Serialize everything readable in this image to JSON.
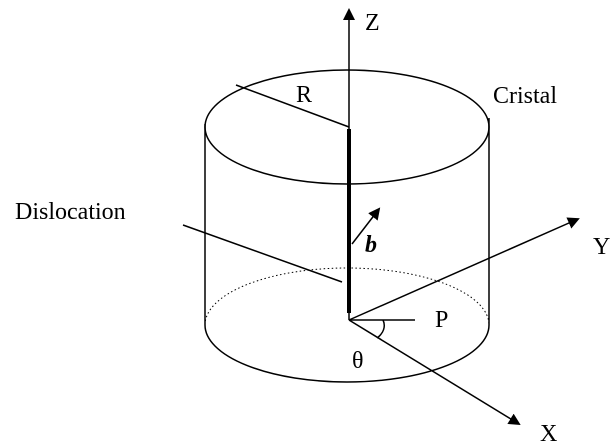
{
  "labels": {
    "z_axis": "Z",
    "y_axis": "Y",
    "x_axis": "X",
    "radius": "R",
    "crystal": "Cristal",
    "dislocation": "Dislocation",
    "burgers_vector": "b",
    "point": "P",
    "angle": "θ"
  },
  "colors": {
    "line": "#000000",
    "background": "#ffffff"
  }
}
